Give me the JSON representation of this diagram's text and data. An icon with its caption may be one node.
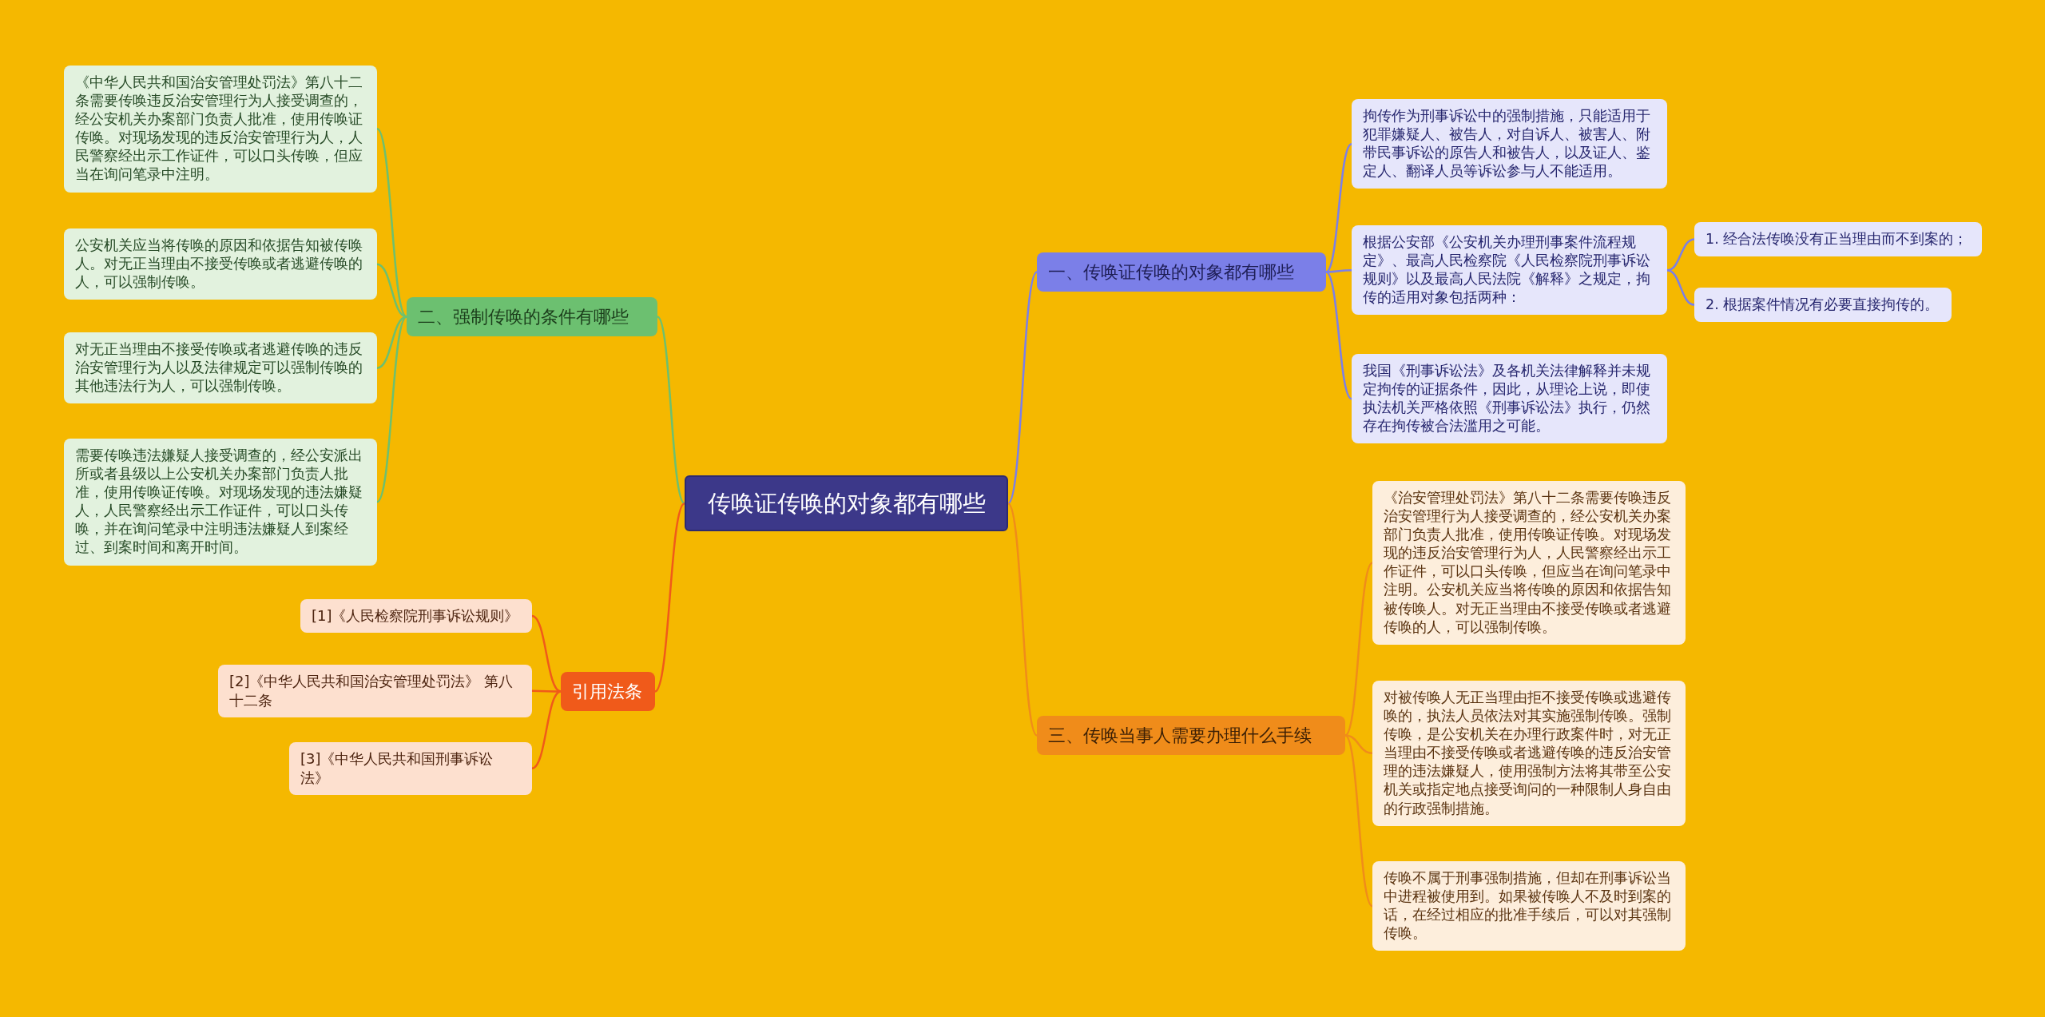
{
  "diagram": {
    "nodes": [
      {
        "text": [
          "传唤证传唤的对象都有哪些"
        ]
      },
      {
        "text": [
          "一、传唤证传唤的对象都有哪些"
        ]
      },
      {
        "text": [
          "拘传作为刑事诉讼中的强制措施，只能适用于犯罪嫌疑人、被告人，对自诉人、被害人、附带民事诉讼的原告人和被告人，以及证人、鉴定人、翻译人员等诉讼参与人不能适用。"
        ]
      },
      {
        "text": [
          "根据公安部《公安机关办理刑事案件流程规定》、最高人民检察院《人民检察院刑事诉讼规则》以及最高人民法院《解释》之规定，拘传的适用对象包括两种："
        ]
      },
      {
        "text": [
          "我国《刑事诉讼法》及各机关法律解释并未规定拘传的证据条件，因此，从理论上说，即使执法机关严格依照《刑事诉讼法》执行，仍然存在拘传被合法滥用之可能。"
        ]
      },
      {
        "text": [
          "1. 经合法传唤没有正当理由而不到案的；"
        ]
      },
      {
        "text": [
          "2. 根据案件情况有必要直接拘传的。"
        ]
      },
      {
        "text": [
          "二、强制传唤的条件有哪些"
        ]
      },
      {
        "text": [
          "《中华人民共和国治安管理处罚法》第八十二条需要传唤违反治安管理行为人接受调查的，经公安机关办案部门负责人批准，使用传唤证传唤。对现场发现的违反治安管理行为人，人民警察经出示工作证件，可以口头传唤，但应当在询问笔录中注明。"
        ]
      },
      {
        "text": [
          "公安机关应当将传唤的原因和依据告知被传唤人。对无正当理由不接受传唤或者逃避传唤的人，可以强制传唤。"
        ]
      },
      {
        "text": [
          "对无正当理由不接受传唤或者逃避传唤的违反治安管理行为人以及法律规定可以强制传唤的其他违法行为人，可以强制传唤。"
        ]
      },
      {
        "text": [
          "需要传唤违法嫌疑人接受调查的，经公安派出所或者县级以上公安机关办案部门负责人批准，使用传唤证传唤。对现场发现的违法嫌疑人，人民警察经出示工作证件，可以口头传唤，并在询问笔录中注明违法嫌疑人到案经过、到案时间和离开时间。"
        ]
      },
      {
        "text": [
          "三、传唤当事人需要办理什么手续"
        ]
      },
      {
        "text": [
          "《治安管理处罚法》第八十二条需要传唤违反治安管理行为人接受调查的，经公安机关办案部门负责人批准，使用传唤证传唤。对现场发现的违反治安管理行为人，人民警察经出示工作证件，可以口头传唤，但应当在询问笔录中注明。公安机关应当将传唤的原因和依据告知被传唤人。对无正当理由不接受传唤或者逃避传唤的人，可以强制传唤。"
        ]
      },
      {
        "text": [
          "对被传唤人无正当理由拒不接受传唤或逃避传唤的，执法人员依法对其实施强制传唤。强制传唤，是公安机关在办理行政案件时，对无正当理由不接受传唤或者逃避传唤的违反治安管理的违法嫌疑人，使用强制方法将其带至公安机关或指定地点接受询问的一种限制人身自由的行政强制措施。"
        ]
      },
      {
        "text": [
          "传唤不属于刑事强制措施，但却在刑事诉讼当中进程被使用到。如果被传唤人不及时到案的话，在经过相应的批准手续后，可以对其强制传唤。"
        ]
      },
      {
        "text": [
          "引用法条"
        ]
      },
      {
        "text": [
          "[1]《人民检察院刑事诉讼规则》"
        ]
      },
      {
        "text": [
          "[2]《中华人民共和国治安管理处罚法》 第八十二条"
        ]
      },
      {
        "text": [
          "[3]《中华人民共和国刑事诉讼法》"
        ]
      }
    ],
    "edges": [
      {
        "from": 0,
        "to": 1,
        "arrow": "none",
        "color": "#7b7fe8"
      },
      {
        "from": 1,
        "to": 2,
        "arrow": "none",
        "color": "#7b7fe8"
      },
      {
        "from": 1,
        "to": 3,
        "arrow": "none",
        "color": "#7b7fe8"
      },
      {
        "from": 1,
        "to": 4,
        "arrow": "none",
        "color": "#7b7fe8"
      },
      {
        "from": 3,
        "to": 5,
        "arrow": "none",
        "color": "#7b7fe8"
      },
      {
        "from": 3,
        "to": 6,
        "arrow": "none",
        "color": "#7b7fe8"
      },
      {
        "from": 0,
        "to": 7,
        "arrow": "none",
        "color": "#6cc070"
      },
      {
        "from": 7,
        "to": 8,
        "arrow": "none",
        "color": "#6cc070"
      },
      {
        "from": 7,
        "to": 9,
        "arrow": "none",
        "color": "#6cc070"
      },
      {
        "from": 7,
        "to": 10,
        "arrow": "none",
        "color": "#6cc070"
      },
      {
        "from": 7,
        "to": 11,
        "arrow": "none",
        "color": "#6cc070"
      },
      {
        "from": 0,
        "to": 12,
        "arrow": "none",
        "color": "#f08c1a"
      },
      {
        "from": 12,
        "to": 13,
        "arrow": "none",
        "color": "#f08c1a"
      },
      {
        "from": 12,
        "to": 14,
        "arrow": "none",
        "color": "#f08c1a"
      },
      {
        "from": 12,
        "to": 15,
        "arrow": "none",
        "color": "#f08c1a"
      },
      {
        "from": 0,
        "to": 16,
        "arrow": "none",
        "color": "#f05a1a"
      },
      {
        "from": 16,
        "to": 17,
        "arrow": "none",
        "color": "#f05a1a"
      },
      {
        "from": 16,
        "to": 18,
        "arrow": "none",
        "color": "#f05a1a"
      },
      {
        "from": 16,
        "to": 19,
        "arrow": "none",
        "color": "#f05a1a"
      }
    ]
  }
}
